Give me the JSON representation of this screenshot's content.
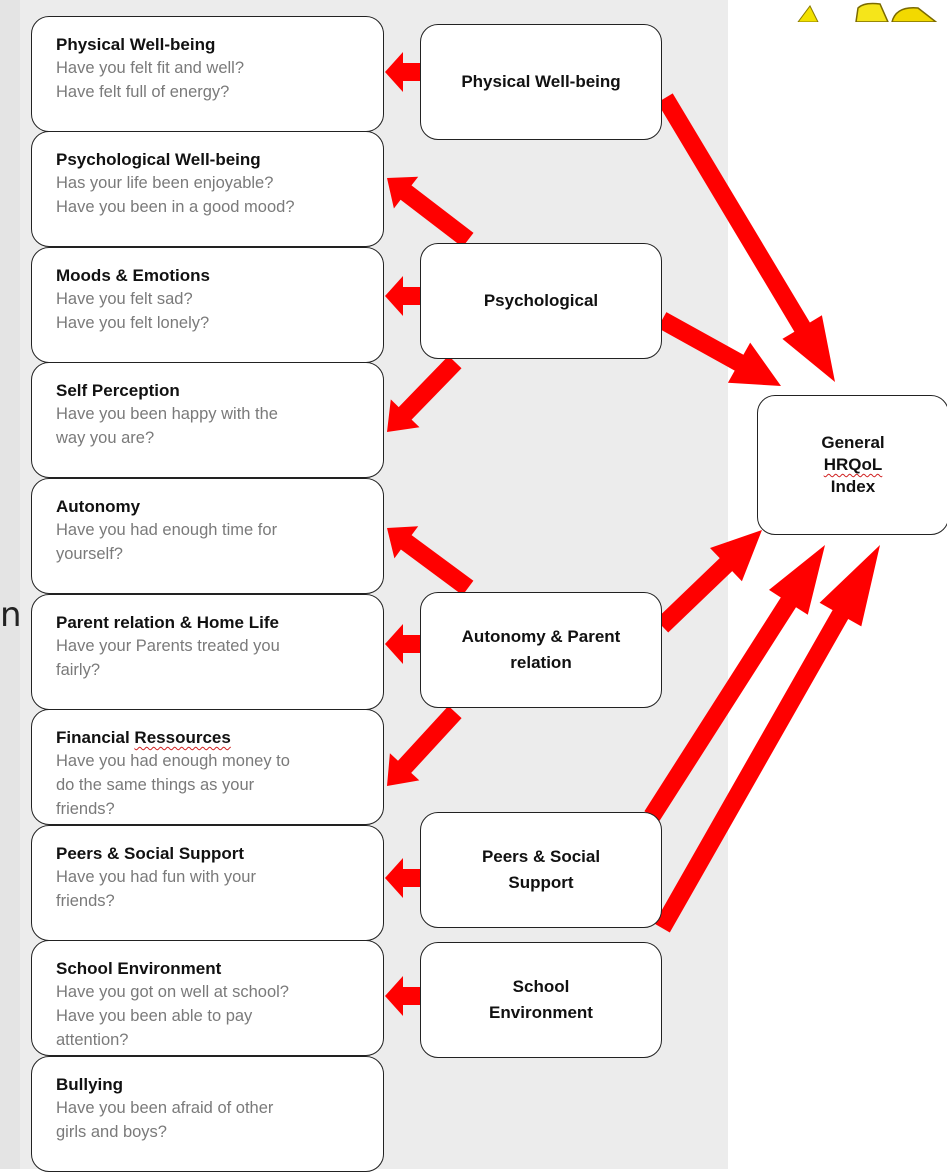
{
  "colors": {
    "arrow": "#ff0000",
    "panel": "#ececec",
    "box_border": "#222222",
    "question_text": "#7a7a7a"
  },
  "edge_text": "n",
  "dimensions": [
    {
      "title": "Physical Well-being",
      "question": "Have you felt fit and well?\nHave felt full of energy?"
    },
    {
      "title": "Psychological Well-being",
      "question": "Has your life been enjoyable?\nHave you been in a good mood?"
    },
    {
      "title": "Moods & Emotions",
      "question": "Have you felt sad?\nHave you felt lonely?"
    },
    {
      "title": "Self Perception",
      "question": "Have you been happy with the\nway you are?"
    },
    {
      "title": "Autonomy",
      "question": "Have you had enough time for\nyourself?"
    },
    {
      "title": "Parent relation & Home Life",
      "question": "Have your Parents treated you\nfairly?"
    },
    {
      "title": "Financial Ressources",
      "question": "Have you had enough money to\ndo the same things as your\nfriends?"
    },
    {
      "title": "Peers & Social Support",
      "question": "Have you had fun with your\nfriends?"
    },
    {
      "title": "School Environment",
      "question": "Have you got on well at school?\nHave you been able to pay\nattention?"
    },
    {
      "title": "Bullying",
      "question": "Have you been afraid of other\ngirls and boys?"
    }
  ],
  "categories": [
    {
      "label": "Physical Well-being"
    },
    {
      "label": "Psychological"
    },
    {
      "label": "Autonomy & Parent\nrelation"
    },
    {
      "label": "Peers & Social\nSupport"
    },
    {
      "label": "School\nEnvironment"
    }
  ],
  "index": {
    "line1": "General",
    "line2": "HRQoL",
    "line3": "Index"
  }
}
